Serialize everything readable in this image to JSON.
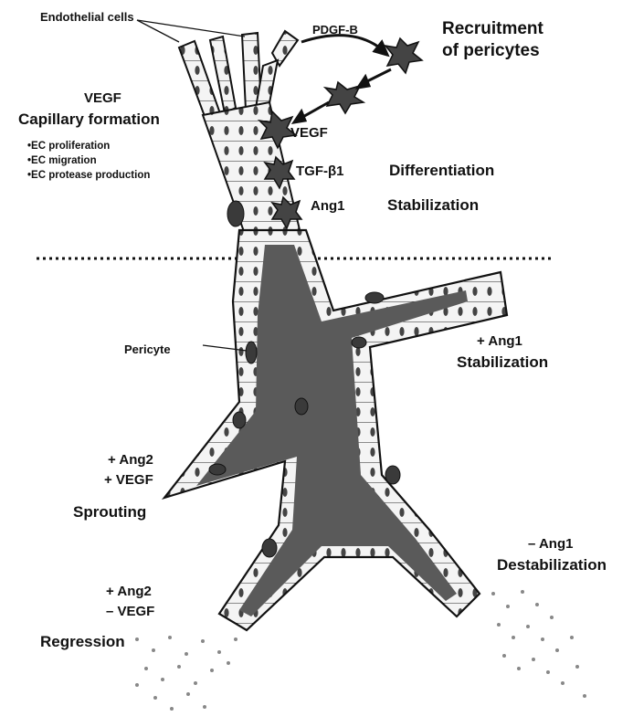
{
  "labels": {
    "endothelial_cells": "Endothelial cells",
    "pdgf_b": "PDGF-B",
    "recruitment": "Recruitment",
    "of_pericytes": "of pericytes",
    "vegf_top": "VEGF",
    "capillary_formation": "Capillary formation",
    "bullets": [
      "EC proliferation",
      "EC migration",
      "EC protease production"
    ],
    "vegf_pericyte": "VEGF",
    "tgf_b1": "TGF-β1",
    "differentiation": "Differentiation",
    "ang1": "Ang1",
    "stabilization_top": "Stabilization",
    "pericyte": "Pericyte",
    "plus_ang1": "+ Ang1",
    "stabilization_right": "Stabilization",
    "plus_ang2_a": "+ Ang2",
    "plus_vegf": "+ VEGF",
    "sprouting": "Sprouting",
    "minus_ang1": "– Ang1",
    "destabilization": "Destabilization",
    "plus_ang2_b": "+ Ang2",
    "minus_vegf": "– VEGF",
    "regression": "Regression"
  },
  "colors": {
    "ink": "#111111",
    "vessel_fill": "#f4f4f4",
    "lumen": "#5a5a5a",
    "pericyte": "#3a3a3a",
    "background": "#ffffff"
  }
}
